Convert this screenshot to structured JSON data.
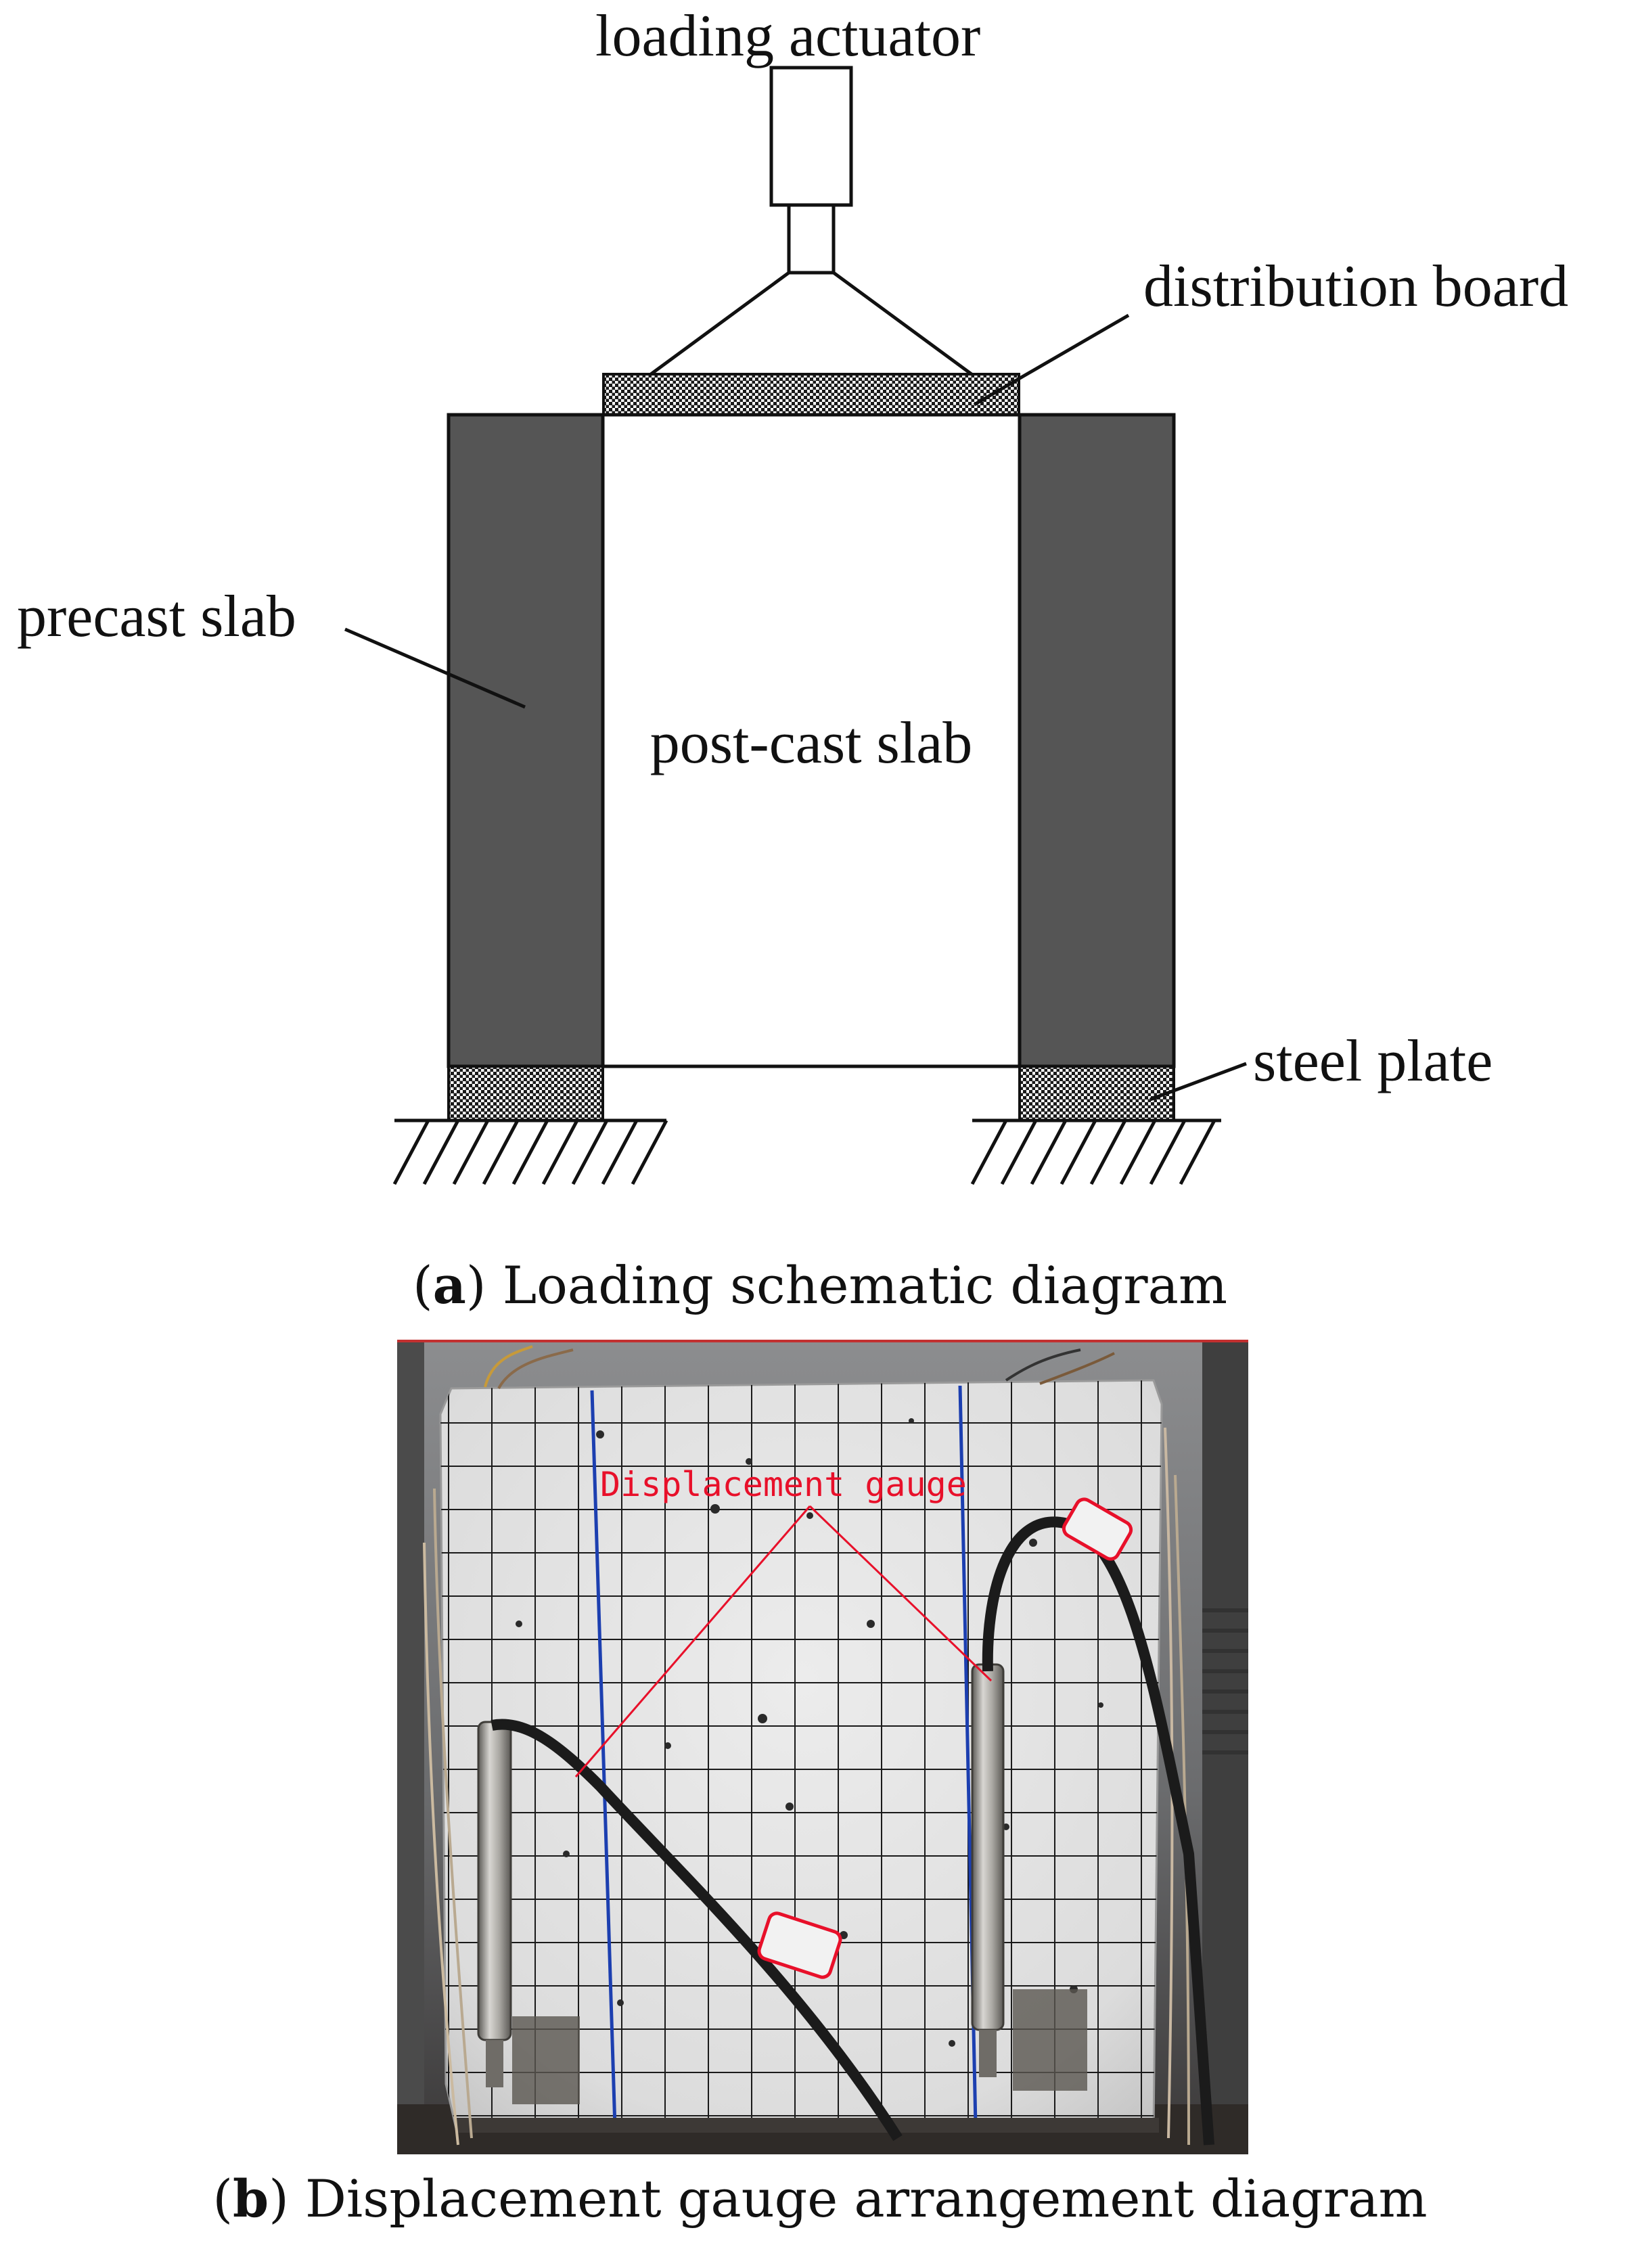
{
  "schematic": {
    "labels": {
      "loading_actuator": "loading actuator",
      "distribution_board": "distribution board",
      "precast_slab": "precast slab",
      "post_cast_slab": "post-cast slab",
      "steel_plate": "steel plate"
    },
    "caption": {
      "letter": "a",
      "text": "Loading schematic diagram"
    }
  },
  "photo": {
    "annotation": "Displacement gauge",
    "caption": {
      "letter": "b",
      "text": "Displacement gauge arrangement diagram"
    }
  },
  "colors": {
    "slab": "#555555",
    "annotation": "#e8102a",
    "grid_line": "#1a1a1a",
    "blue_line": "#1c3fb0"
  }
}
